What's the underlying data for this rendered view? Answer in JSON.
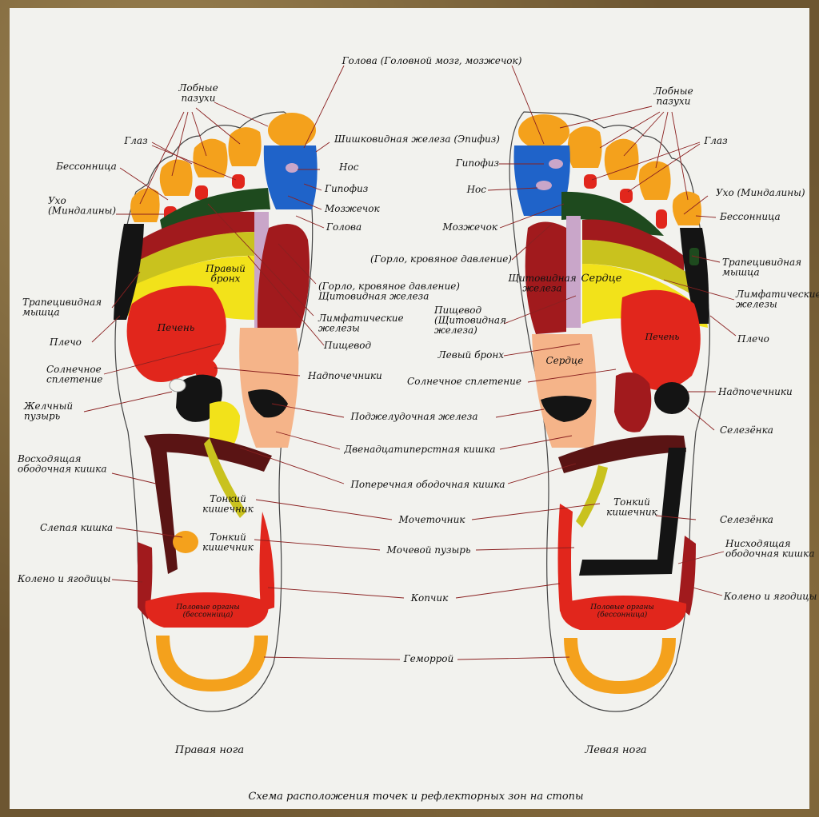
{
  "caption": "Схема расположения точек и рефлекторных зон на стопы",
  "feet": {
    "right": "Правая нога",
    "left": "Левая нога"
  },
  "labels": {
    "golova_top": "Голова (Головной мозг, мозжечок)",
    "lobnye_r": "Лобные\nпазухи",
    "lobnye_l": "Лобные\nпазухи",
    "glaz_r": "Глаз",
    "glaz_l": "Глаз",
    "bessonnica_r": "Бессонница",
    "bessonnica_l": "Бессонница",
    "ukho_r": "Ухо\n(Миндалины)",
    "ukho_l": "Ухо (Миндалины)",
    "shishk": "Шишковидная железа (Эпифиз)",
    "nos_r": "Нос",
    "gipofiz_r": "Гипофиз",
    "mozzhechok_r": "Мозжечок",
    "golova_r": "Голова",
    "gipofiz_l": "Гипофиз",
    "nos_l": "Нос",
    "mozzhechok_l": "Мозжечок",
    "gorlo_l": "(Горло, кровяное давление)",
    "gorlo_r": "(Горло, кровяное давление)\nЩитовидная железа",
    "limf_r": "Лимфатические\nжелезы",
    "pishchevod_r": "Пищевод",
    "pishchevod_l": "Пищевод\n(Щитовидная\nжелеза)",
    "levyj_bronkh": "Левый бронх",
    "trapec_r": "Трапецивидная\nмышца",
    "trapec_l": "Трапецивидная\nмышца",
    "limf_l": "Лимфатические\nжелезы",
    "plecho_r": "Плечо",
    "plecho_l": "Плечо",
    "solnechnoe_r": "Солнечное\nсплетение",
    "solnechnoe_l": "Солнечное сплетение",
    "zhelchnyj": "Желчный\nпузырь",
    "nadpochechniki_r": "Надпочечники",
    "nadpochechniki_l": "Надпочечники",
    "podzhel": "Поджелудочная железа",
    "selezenka1": "Селезёнка",
    "selezenka2": "Селезёнка",
    "dvenadc": "Двенадцатиперстная кишка",
    "voskhod": "Восходящая\nободочная кишка",
    "poperech": "Поперечная ободочная кишка",
    "mochetochnik": "Мочеточник",
    "slepaya": "Слепая кишка",
    "mochevoj": "Мочевой пузырь",
    "niskhod": "Нисходящая\nободочная кишка",
    "koleno_r": "Колено и ягодицы",
    "koleno_l": "Колено и ягодицы",
    "kopchik": "Копчик",
    "gemorroj": "Геморрой"
  },
  "in_zone": {
    "pravyj_bronkh": "Правый\nбронх",
    "pechen_r": "Печень",
    "pechen_l": "Печень",
    "shchitov_l": "Щитовидная\nжелеза",
    "serdce1": "Сердце",
    "serdce2": "Сердце",
    "tonkij1": "Тонкий\nкишечник",
    "tonkij2": "Тонкий\nкишечник",
    "tonkij3": "Тонкий\nкишечник",
    "polovye_r": "Половые органы\n(бессонница)",
    "polovye_l": "Половые органы\n(бессонница)"
  },
  "colors": {
    "paper": "#f2f2ee",
    "orange": "#f4a11c",
    "red": "#e1261c",
    "darkred": "#a11a1d",
    "maroon": "#5a1414",
    "green": "#1e4a1e",
    "yellow": "#f2e21a",
    "olive": "#c9c21e",
    "blue": "#1f63c9",
    "pink": "#c9a6c9",
    "peach": "#f5b489",
    "black": "#141414"
  }
}
